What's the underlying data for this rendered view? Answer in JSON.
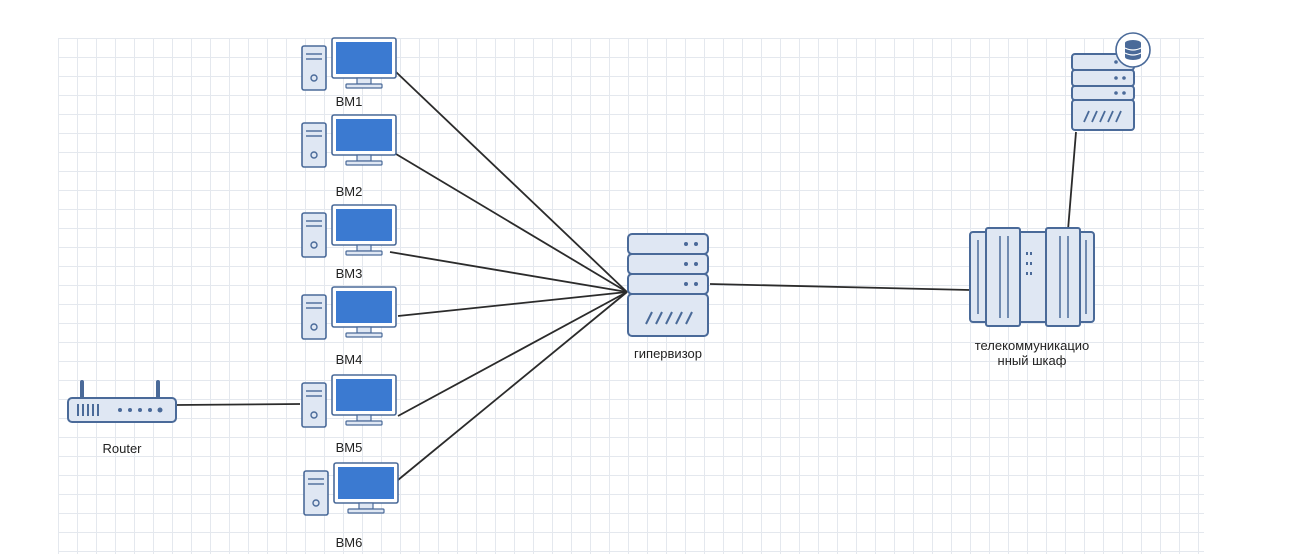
{
  "diagram": {
    "nodes": {
      "vm1": {
        "label": "BM1",
        "icon": "desktop-computer-icon"
      },
      "vm2": {
        "label": "BM2",
        "icon": "desktop-computer-icon"
      },
      "vm3": {
        "label": "BM3",
        "icon": "desktop-computer-icon"
      },
      "vm4": {
        "label": "BM4",
        "icon": "desktop-computer-icon"
      },
      "vm5": {
        "label": "BM5",
        "icon": "desktop-computer-icon"
      },
      "vm6": {
        "label": "BM6",
        "icon": "desktop-computer-icon"
      },
      "router": {
        "label": "Router",
        "icon": "router-icon"
      },
      "hypervisor": {
        "label": "гипервизор",
        "icon": "server-icon"
      },
      "rack": {
        "label_line1": "телекоммуникацио",
        "label_line2": "нный шкаф",
        "icon": "rack-cabinet-icon"
      },
      "db_server": {
        "icon": "database-server-icon"
      }
    },
    "edges": [
      [
        "vm1",
        "hypervisor"
      ],
      [
        "vm2",
        "hypervisor"
      ],
      [
        "vm3",
        "hypervisor"
      ],
      [
        "vm4",
        "hypervisor"
      ],
      [
        "vm5",
        "hypervisor"
      ],
      [
        "vm6",
        "hypervisor"
      ],
      [
        "router",
        "vm5"
      ],
      [
        "hypervisor",
        "rack"
      ],
      [
        "rack",
        "db_server"
      ]
    ],
    "colors": {
      "icon_fill": "#dfe7f3",
      "icon_stroke": "#4a6a99",
      "screen": "#3b7ad1",
      "edge": "#2b2b2b",
      "grid": "#e4e8ee"
    }
  }
}
